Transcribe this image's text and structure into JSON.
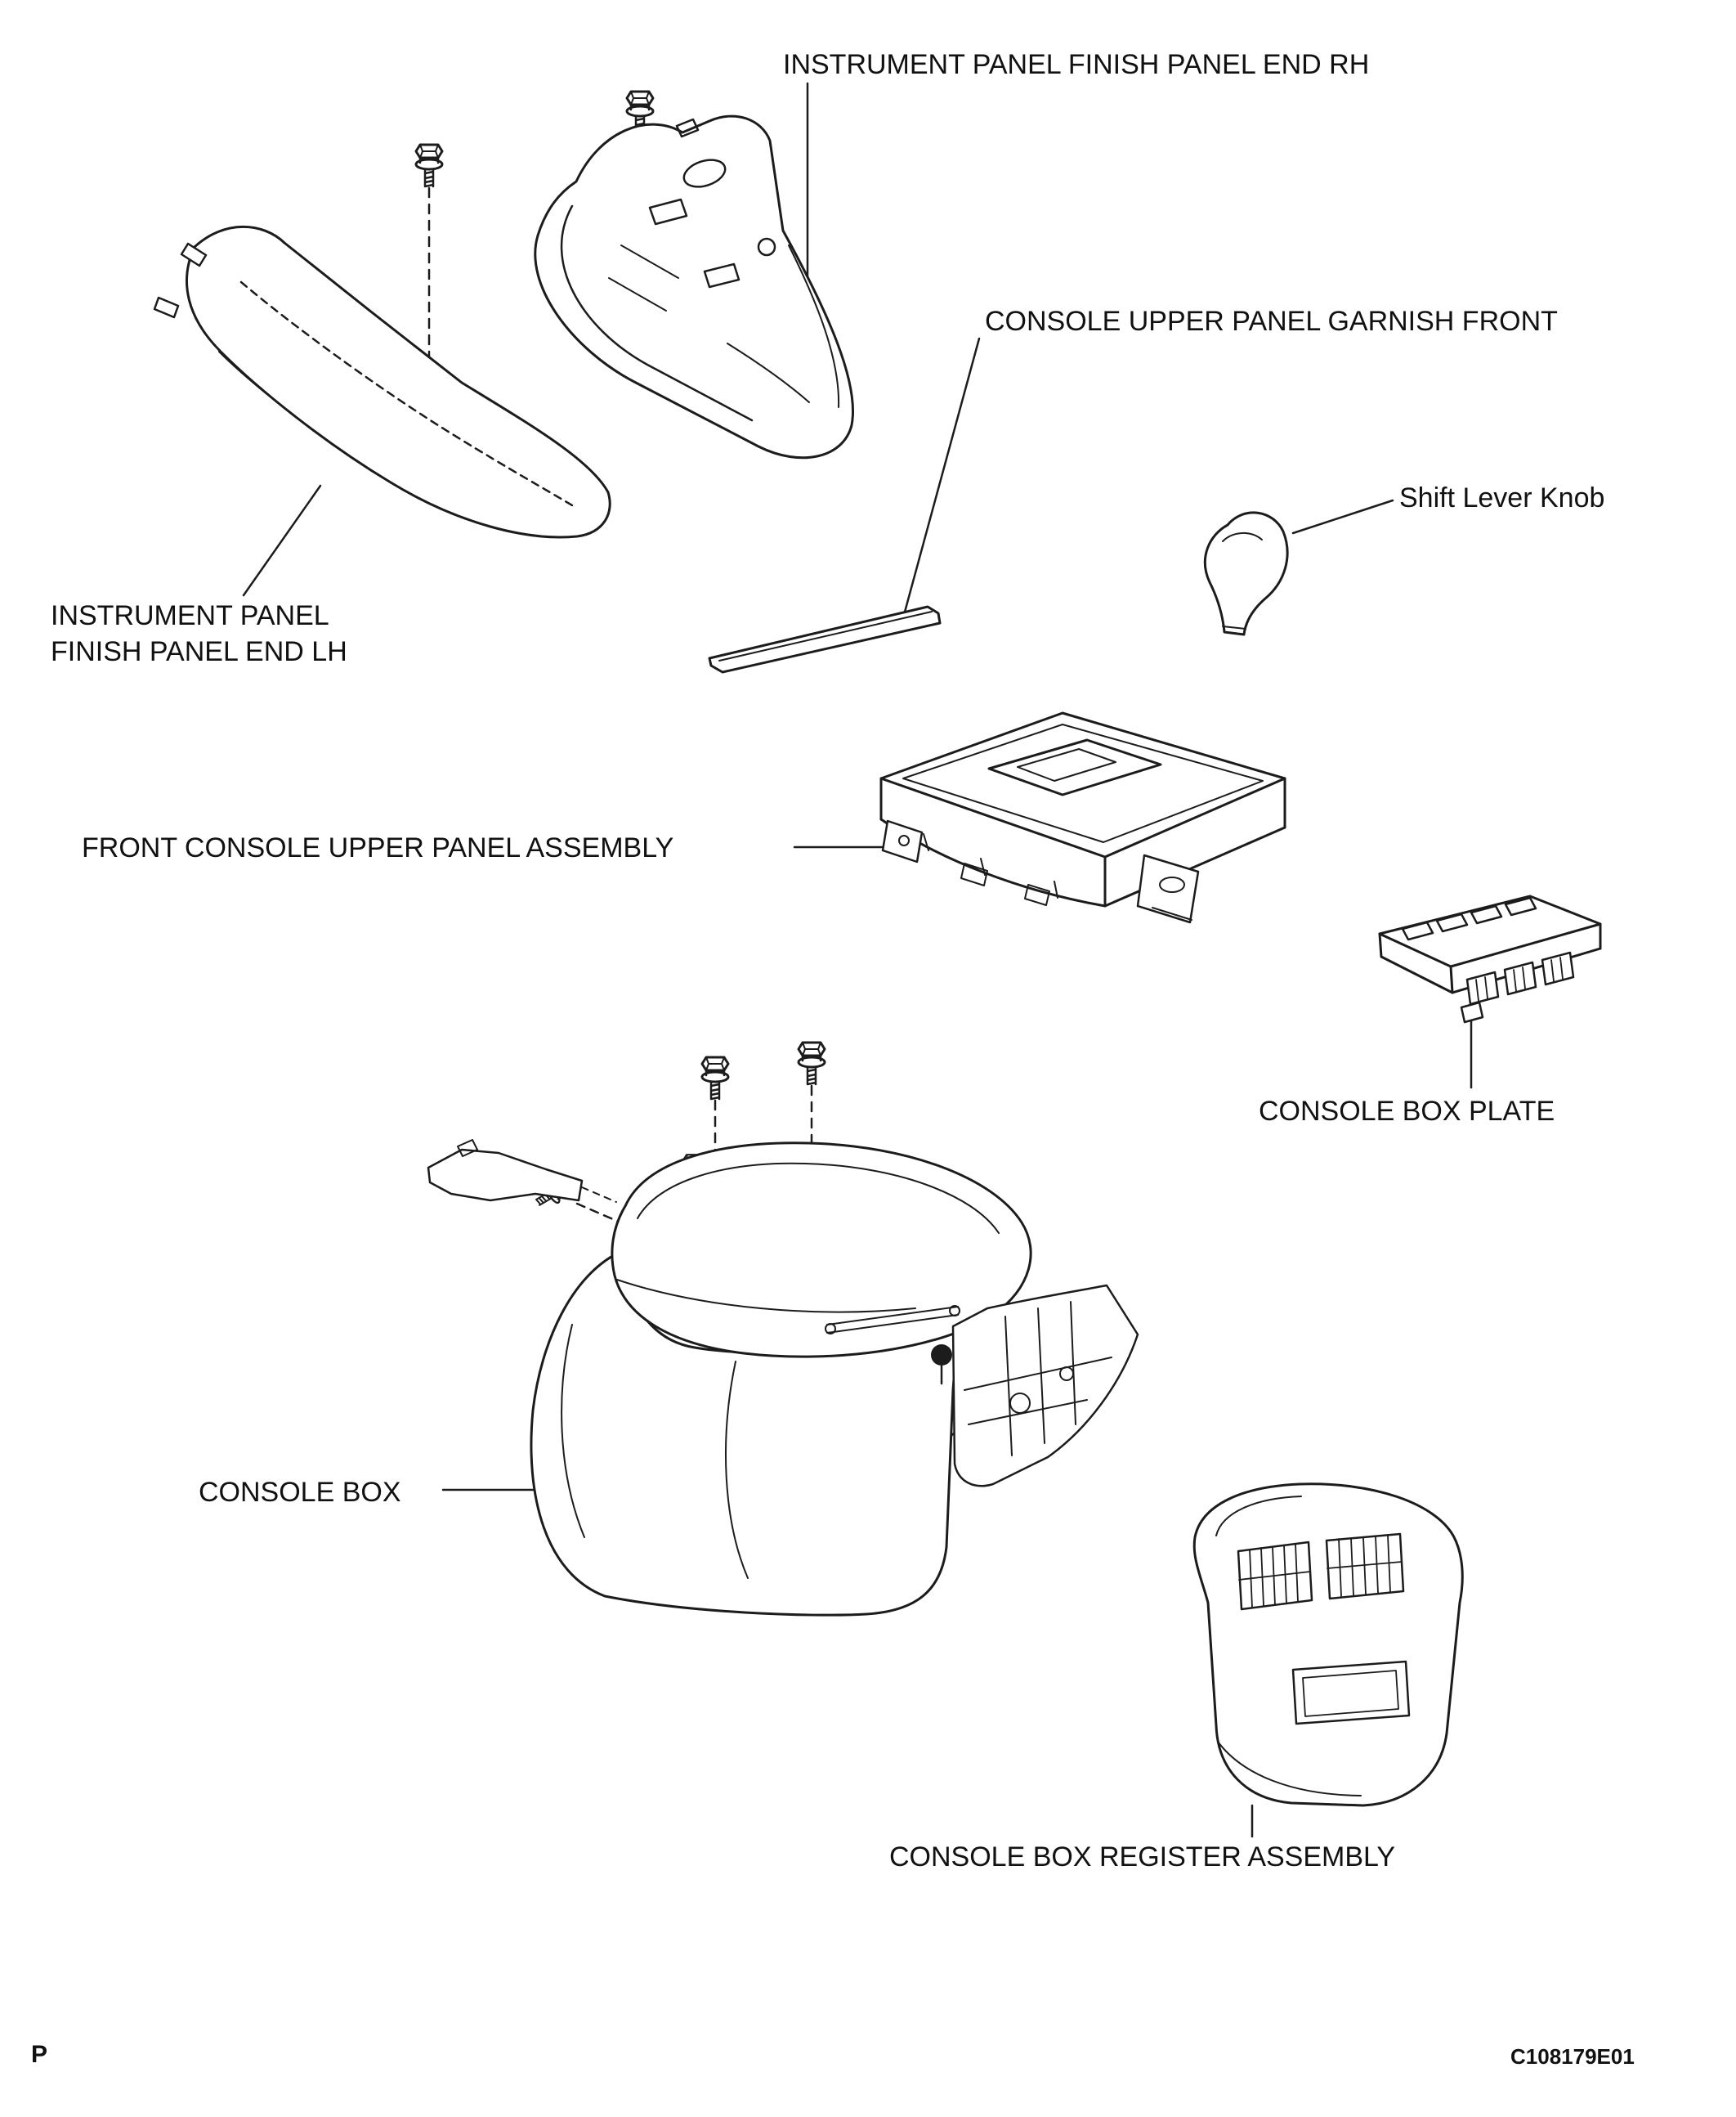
{
  "diagram": {
    "page_marker": "P",
    "figure_code": "C108179E01",
    "labels": {
      "instrument_panel_finish_panel_end_rh": "INSTRUMENT PANEL FINISH PANEL END RH",
      "console_upper_panel_garnish_front": "CONSOLE UPPER PANEL GARNISH FRONT",
      "shift_lever_knob": "Shift Lever Knob",
      "instrument_panel_finish_panel_end_lh": "INSTRUMENT PANEL\nFINISH PANEL END LH",
      "front_console_upper_panel_assembly": "FRONT CONSOLE UPPER PANEL ASSEMBLY",
      "console_box_plate": "CONSOLE BOX PLATE",
      "console_box": "CONSOLE BOX",
      "console_box_register_assembly": "CONSOLE BOX REGISTER ASSEMBLY"
    }
  }
}
